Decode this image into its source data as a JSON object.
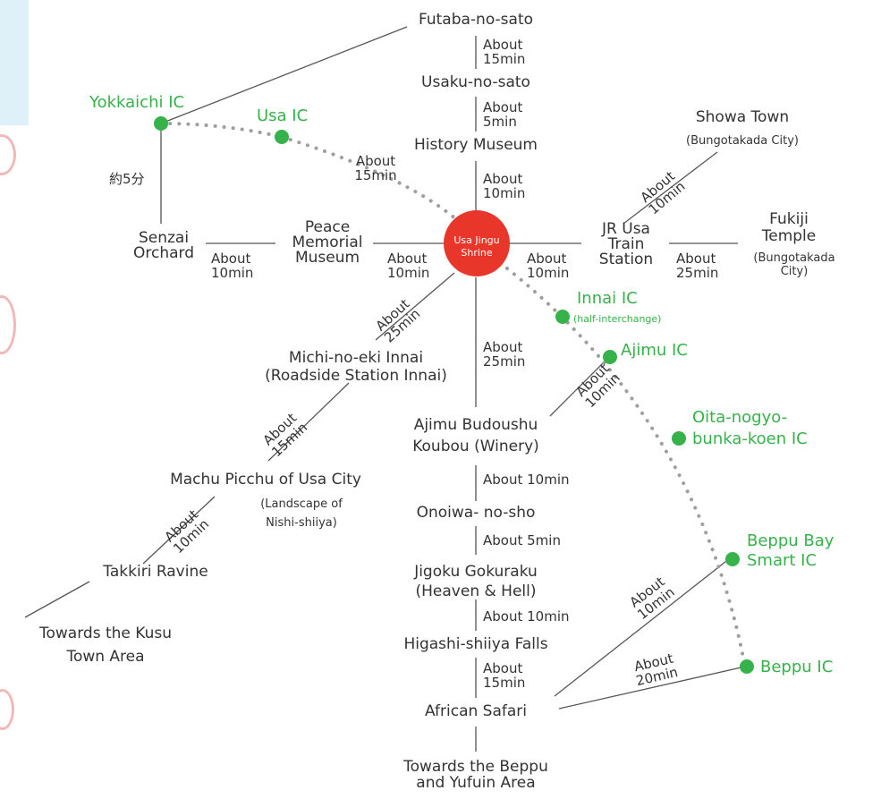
{
  "colors": {
    "line": "#555555",
    "ic_green": "#36b24a",
    "shrine_red": "#e8362a",
    "dots": "#9e9e9e"
  },
  "shrine": {
    "label": "Usa Jingu\nShrine"
  },
  "places": {
    "futaba": "Futaba-no-sato",
    "usaku": "Usaku-no-sato",
    "history": "History Museum",
    "showa": "Showa Town",
    "showa_sub": "(Bungotakada City)",
    "fukiji": "Fukiji\nTemple",
    "fukiji_sub": "(Bungotakada\nCity)",
    "jr": "JR Usa\nTrain\nStation",
    "peace": "Peace\nMemorial\nMuseum",
    "senzai": "Senzai\nOrchard",
    "michi": "Michi-no-eki Innai\n(Roadside Station Innai)",
    "machu": "Machu Picchu of Usa City",
    "machu_sub": "(Landscape of\nNishi-shiiya)",
    "takkiri": "Takkiri Ravine",
    "kusu": "Towards the Kusu\nTown Area",
    "ajimu_winery": "Ajimu Budoushu\nKoubou (Winery)",
    "onoiwa": "Onoiwa- no-sho",
    "jigoku": "Jigoku Gokuraku\n(Heaven & Hell)",
    "higashi": "Higashi-shiiya Falls",
    "safari": "African Safari",
    "beppu_area": "Towards the Beppu\nand Yufuin Area"
  },
  "ics": {
    "yokkaichi": "Yokkaichi IC",
    "usa": "Usa IC",
    "innai": "Innai IC",
    "innai_note": "(half-interchange)",
    "ajimu": "Ajimu IC",
    "oita": "Oita-nogyo-\nbunka-koen IC",
    "beppu_bay": "Beppu Bay\nSmart IC",
    "beppu": "Beppu IC"
  },
  "times": {
    "futaba_usaku": "About\n15min",
    "usaku_history": "About\n5min",
    "history_shrine": "About\n10min",
    "usa_ic": "About\n15min",
    "yokkaichi_senzai": "約5分",
    "senzai_peace": "About\n10min",
    "peace_shrine": "About\n10min",
    "shrine_jr": "About\n10min",
    "jr_fukiji": "About\n25min",
    "jr_showa": "About\n10min",
    "shrine_michi": "About\n25min",
    "michi_machu": "About\n15min",
    "machu_takkiri": "About\n10min",
    "shrine_ajimu": "About\n25min",
    "ajimu_ic": "About\n10min",
    "ajimu_onoiwa": "About 10min",
    "onoiwa_jigoku": "About 5min",
    "jigoku_higashi": "About 10min",
    "higashi_safari": "About\n15min",
    "safari_beppubay": "About\n10min",
    "safari_beppu": "About\n20min"
  }
}
